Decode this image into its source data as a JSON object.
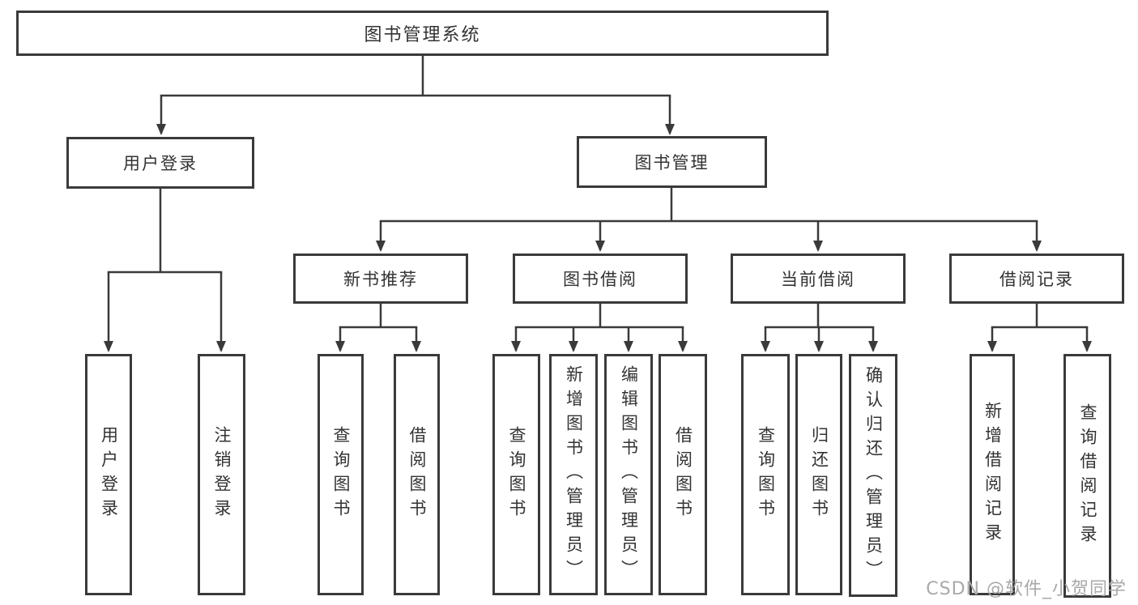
{
  "diagram": {
    "root": "图书管理系统",
    "level2": {
      "user_login": "用户登录",
      "book_management": "图书管理"
    },
    "level3": {
      "new_book_recommend": "新书推荐",
      "book_borrow": "图书借阅",
      "current_borrow": "当前借阅",
      "borrow_records": "借阅记录"
    },
    "leaves": {
      "user_login": "用户登录",
      "logout": "注销登录",
      "nb_query_books": "查询图书",
      "nb_borrow_books": "借阅图书",
      "bb_query_books": "查询图书",
      "bb_add_books_admin": "新增图书（管理员）",
      "bb_edit_books_admin": "编辑图书（管理员）",
      "bb_borrow_books": "借阅图书",
      "cb_query_books": "查询图书",
      "cb_return_books": "归还图书",
      "cb_confirm_return_admin": "确认归还（管理员）",
      "br_add_record": "新增借阅记录",
      "br_query_record": "查询借阅记录"
    },
    "watermark": "CSDN @软件_小贺同学",
    "colors": {
      "line": "#3a3a3a",
      "box_border": "#3a3a3a",
      "text": "#333333",
      "watermark": "#a9a9a9",
      "background": "#ffffff"
    }
  }
}
